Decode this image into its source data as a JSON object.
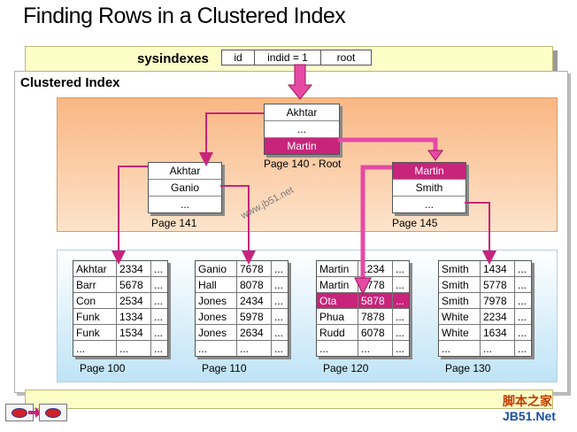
{
  "title": "Finding Rows in a Clustered Index",
  "sysindexes": {
    "label": "sysindexes",
    "columns": [
      "id",
      "indid = 1",
      "root"
    ]
  },
  "clustered_label": "Clustered Index",
  "root": {
    "rows": [
      "Akhtar",
      "...",
      "Martin"
    ],
    "caption": "Page 140 - Root"
  },
  "p141": {
    "rows": [
      "Akhtar",
      "Ganio",
      "..."
    ],
    "caption": "Page 141"
  },
  "p145": {
    "rows": [
      "Martin",
      "Smith",
      "..."
    ],
    "caption": "Page 145"
  },
  "leaves": [
    {
      "caption": "Page 100",
      "rows": [
        [
          "Akhtar",
          "2334",
          "..."
        ],
        [
          "Barr",
          "5678",
          "..."
        ],
        [
          "Con",
          "2534",
          "..."
        ],
        [
          "Funk",
          "1334",
          "..."
        ],
        [
          "Funk",
          "1534",
          "..."
        ],
        [
          "...",
          "...",
          "..."
        ]
      ]
    },
    {
      "caption": "Page 110",
      "rows": [
        [
          "Ganio",
          "7678",
          "..."
        ],
        [
          "Hall",
          "8078",
          "..."
        ],
        [
          "Jones",
          "2434",
          "..."
        ],
        [
          "Jones",
          "5978",
          "..."
        ],
        [
          "Jones",
          "2634",
          "..."
        ],
        [
          "...",
          "...",
          "..."
        ]
      ]
    },
    {
      "caption": "Page 120",
      "rows": [
        [
          "Martin",
          "1234",
          "..."
        ],
        [
          "Martin",
          "7778",
          "..."
        ],
        [
          "Ota",
          "5878",
          "..."
        ],
        [
          "Phua",
          "7878",
          "..."
        ],
        [
          "Rudd",
          "6078",
          "..."
        ],
        [
          "...",
          "...",
          "..."
        ]
      ]
    },
    {
      "caption": "Page 130",
      "rows": [
        [
          "Smith",
          "1434",
          "..."
        ],
        [
          "Smith",
          "5778",
          "..."
        ],
        [
          "Smith",
          "7978",
          "..."
        ],
        [
          "White",
          "2234",
          "..."
        ],
        [
          "White",
          "1634",
          "..."
        ],
        [
          "...",
          "...",
          "..."
        ]
      ]
    }
  ],
  "watermark": "www.jb51.net",
  "site_logo_cn": "脚本之家",
  "site_logo_en": "JB51.Net",
  "colors": {
    "highlight": "#c8247b",
    "arrow": "#c8247b"
  }
}
